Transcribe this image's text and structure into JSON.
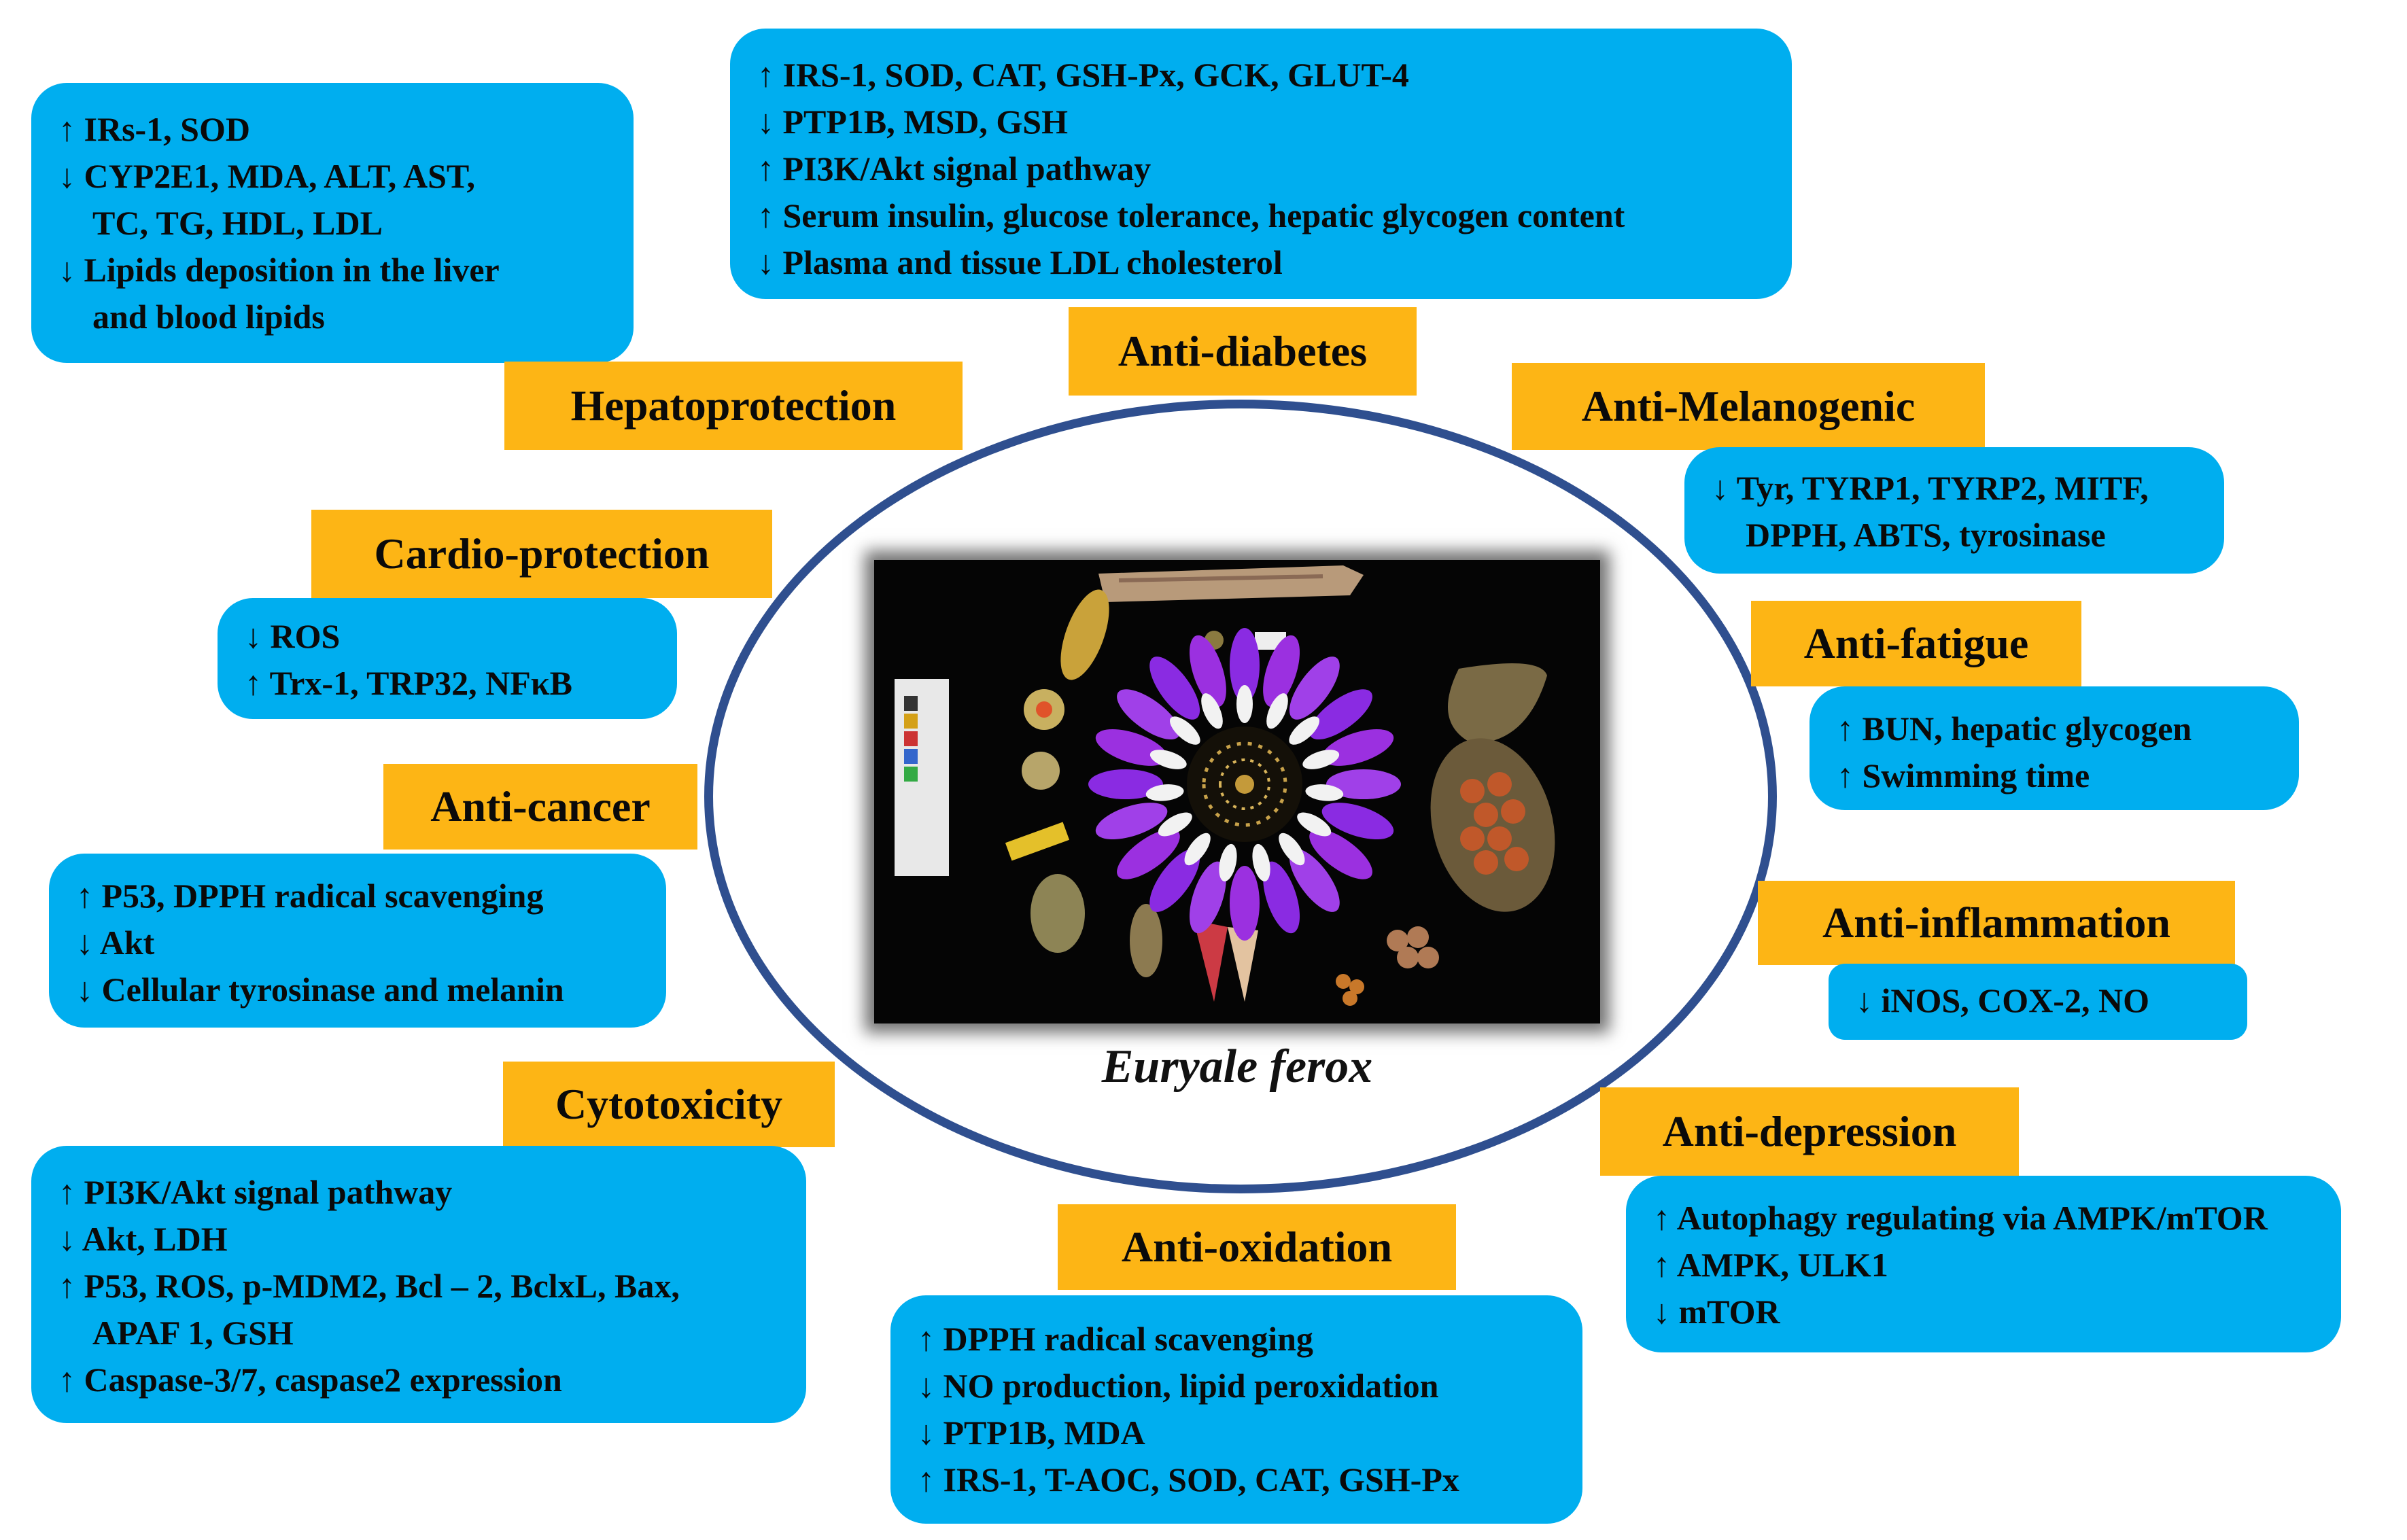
{
  "center": {
    "caption": "Euryale ferox",
    "photo_alt": "Euryale ferox plant parts arranged on black background"
  },
  "colors": {
    "box": "#00aeef",
    "label": "#fdb515",
    "ellipse": "#2f4f8f"
  },
  "sections": {
    "hepatoprotection": {
      "label": "Hepatoprotection",
      "lines": [
        "↑ IRs-1, SOD",
        "↓ CYP2E1, MDA, ALT, AST,",
        "TC, TG, HDL, LDL",
        "↓ Lipids deposition in the liver",
        "and blood lipids"
      ]
    },
    "anti_diabetes": {
      "label": "Anti-diabetes",
      "lines": [
        "↑ IRS-1, SOD, CAT, GSH-Px, GCK, GLUT-4",
        "↓ PTP1B, MSD, GSH",
        "↑ PI3K/Akt signal pathway",
        "↑ Serum insulin, glucose tolerance, hepatic glycogen content",
        "↓ Plasma and tissue LDL cholesterol"
      ]
    },
    "anti_melanogenic": {
      "label": "Anti-Melanogenic",
      "lines": [
        "↓ Tyr, TYRP1, TYRP2, MITF,",
        "DPPH, ABTS, tyrosinase"
      ]
    },
    "cardio_protection": {
      "label": "Cardio-protection",
      "lines": [
        "↓ ROS",
        "↑ Trx-1, TRP32, NFκB"
      ]
    },
    "anti_fatigue": {
      "label": "Anti-fatigue",
      "lines": [
        "↑ BUN, hepatic glycogen",
        "↑ Swimming time"
      ]
    },
    "anti_cancer": {
      "label": "Anti-cancer",
      "lines": [
        "↑ P53, DPPH radical scavenging",
        "↓ Akt",
        "↓ Cellular tyrosinase and melanin"
      ]
    },
    "anti_inflammation": {
      "label": "Anti-inflammation",
      "lines": [
        "↓ iNOS, COX-2, NO"
      ]
    },
    "cytotoxicity": {
      "label": "Cytotoxicity",
      "lines": [
        "↑ PI3K/Akt signal pathway",
        "↓ Akt, LDH",
        "↑ P53, ROS, p-MDM2, Bcl – 2, BclxL, Bax,",
        "APAF 1, GSH",
        "↑ Caspase-3/7, caspase2 expression"
      ]
    },
    "anti_depression": {
      "label": "Anti-depression",
      "lines": [
        "↑ Autophagy regulating via AMPK/mTOR",
        "↑ AMPK, ULK1",
        "↓ mTOR"
      ]
    },
    "anti_oxidation": {
      "label": "Anti-oxidation",
      "lines": [
        "↑ DPPH radical scavenging",
        "↓ NO production, lipid peroxidation",
        "↓ PTP1B, MDA",
        "↑ IRS-1, T-AOC, SOD, CAT, GSH-Px"
      ]
    }
  }
}
